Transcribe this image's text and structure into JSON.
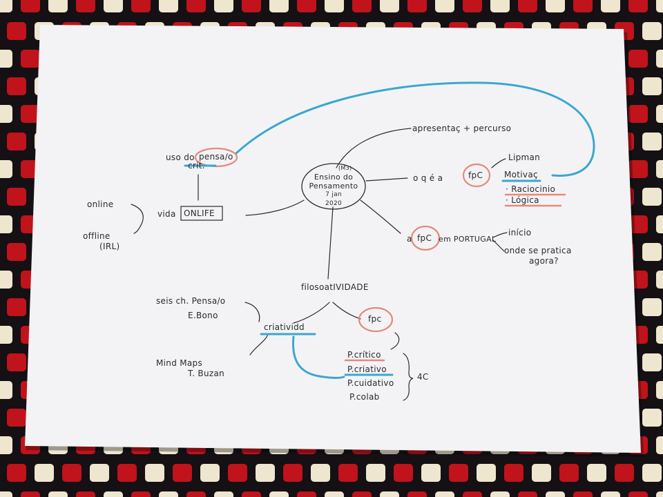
{
  "mindmap": {
    "center": {
      "line1": "Ensino do",
      "line2": "Pensamento",
      "line3": "7 jan",
      "line4": "2020",
      "tag": "(M3)"
    },
    "top_right": "apresentaç + percurso",
    "what_is": "o q é a",
    "fpc_circle": "fpC",
    "lipman": "Lipman",
    "motivac": "Motivaç",
    "raciocinio": "· Raciocinio",
    "logica": "· Lógica",
    "in_portugal_pre": "a",
    "in_portugal_circle": "fpC",
    "in_portugal_post": "em PORTUGAL",
    "inicio": "início",
    "onde_1": "onde se pratica",
    "onde_2": "agora?",
    "uso_pre": "uso do",
    "uso_circle": "pensa/o",
    "crit": "crít.",
    "vida_pre": "vida",
    "onlife": "ONLIFE",
    "online": "online",
    "offline": "offline",
    "irl": "(IRL)",
    "filoso": "filosoatIVIDADE",
    "seis_1": "seis ch. Pensa/o",
    "seis_2": "E.Bono",
    "criativ": "criatividd",
    "fpc_low": "fpc",
    "mind_1": "Mind Maps",
    "mind_2": "T. Buzan",
    "p_critico": "P.crítico",
    "p_criativo": "P.criativo",
    "p_cuidativo": "P.cuidativo",
    "p_colab": "P.colab",
    "four_c": "4C"
  },
  "colors": {
    "paper": "#f3f3f5",
    "ink": "#2a2a2e",
    "blue_marker": "#3aa7cf",
    "red_marker": "#e8877c",
    "cloth_red": "#c0131b",
    "cloth_black": "#141014",
    "cloth_cream": "#efe6cf"
  }
}
